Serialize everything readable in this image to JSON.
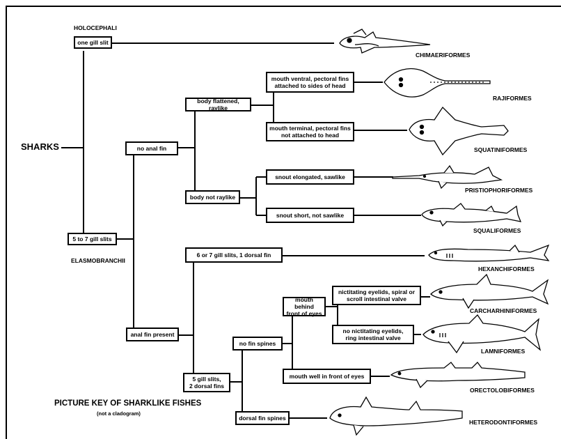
{
  "root": "SHARKS",
  "groups": {
    "holocephali": "HOLOCEPHALI",
    "elasmobranchii": "ELASMOBRANCHII"
  },
  "nodes": {
    "one_gill_slit": "one gill slit",
    "five_to_seven": "5 to 7 gill slits",
    "no_anal_fin": "no anal fin",
    "anal_fin_present": "anal fin present",
    "body_flattened": "body flattened, raylike",
    "body_not_raylike": "body not raylike",
    "mouth_ventral": "mouth ventral, pectoral fins\nattached to sides of head",
    "mouth_terminal": "mouth terminal, pectoral fins\nnot attached to head",
    "snout_elongated": "snout elongated, sawlike",
    "snout_short": "snout short, not sawlike",
    "six_seven_gill": "6 or 7 gill slits, 1 dorsal fin",
    "five_gill_two_dorsal": "5 gill slits,\n2 dorsal fins",
    "no_fin_spines": "no fin spines",
    "dorsal_fin_spines": "dorsal fin spines",
    "mouth_behind": "mouth behind\nfront of eyes",
    "mouth_well_front": "mouth well in front of eyes",
    "nictitating": "nictitating eyelids, spiral or\nscroll intestinal valve",
    "no_nictitating": "no nictitating eyelids,\nring intestinal valve"
  },
  "orders": {
    "chimaeriformes": "CHIMAERIFORMES",
    "rajiformes": "RAJIFORMES",
    "squatiniformes": "SQUATINIFORMES",
    "pristiophoriformes": "PRISTIOPHORIFORMES",
    "squaliformes": "SQUALIFORMES",
    "hexanchiformes": "HEXANCHIFORMES",
    "carcharhiniformes": "CARCHARHINIFORMES",
    "lamniformes": "LAMNIFORMES",
    "orectolobiformes": "ORECTOLOBIFORMES",
    "heterodontiformes": "HETERODONTIFORMES"
  },
  "key": {
    "title": "PICTURE KEY OF SHARKLIKE FISHES",
    "subtitle": "(not a cladogram)"
  }
}
